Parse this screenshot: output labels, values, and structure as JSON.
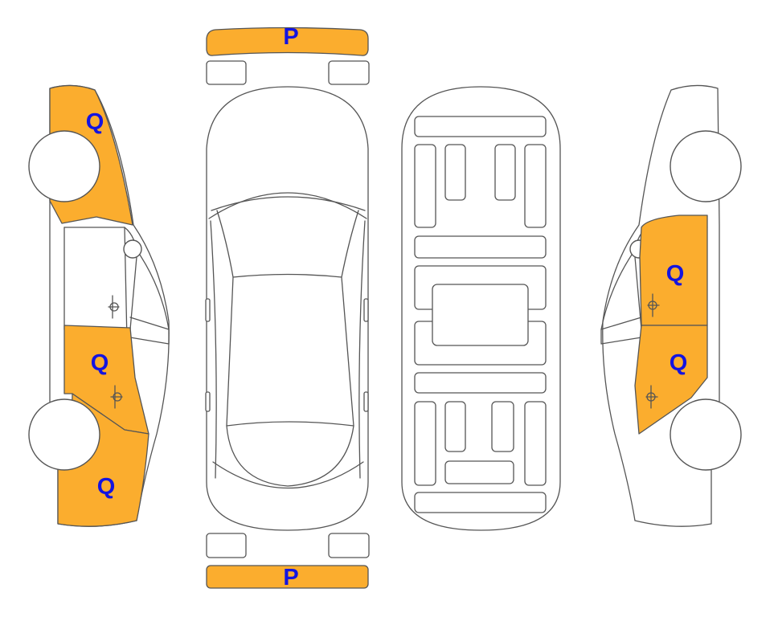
{
  "colors": {
    "highlight": "#FBAD2E",
    "label": "#1414E0",
    "outline": "#555555"
  },
  "labels": {
    "front_bumper": "P",
    "rear_bumper": "P",
    "left_front_fender": "Q",
    "left_rear_door": "Q",
    "left_rear_quarter": "Q",
    "right_front_door": "Q",
    "right_rear_door": "Q"
  }
}
